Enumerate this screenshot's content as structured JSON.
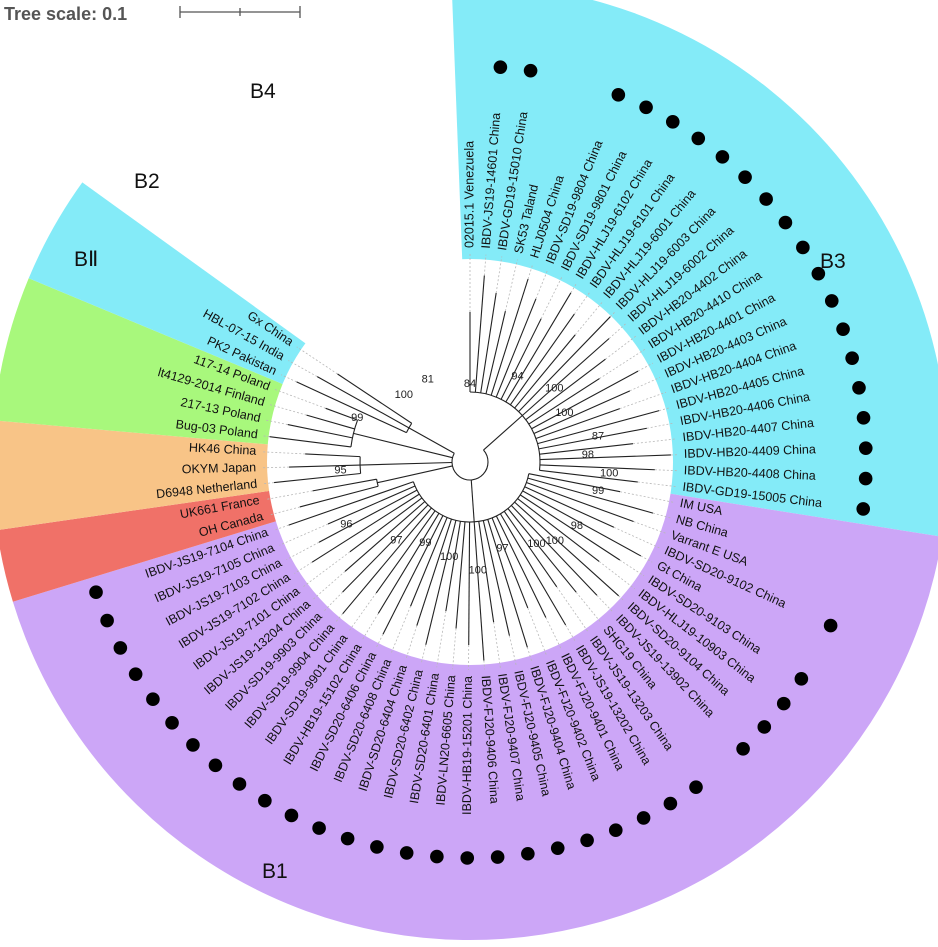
{
  "tree_scale": {
    "label": "Tree scale: 0.1"
  },
  "clades": [
    {
      "id": "B3",
      "label": "B3",
      "color": "#84ebf8"
    },
    {
      "id": "B1",
      "label": "B1",
      "color": "#cca6f7"
    },
    {
      "id": "BII",
      "label": "BⅡ",
      "color": "#f07168"
    },
    {
      "id": "B2",
      "label": "B2",
      "color": "#f8c487"
    },
    {
      "id": "B4",
      "label": "B4",
      "color": "#a8f87c"
    }
  ],
  "leaves": [
    {
      "name": "02015.1 Venezuela",
      "clade": "B3",
      "marked": false
    },
    {
      "name": "IBDV-JS19-14601 China",
      "clade": "B3",
      "marked": true
    },
    {
      "name": "IBDV-GD19-15010 China",
      "clade": "B3",
      "marked": true
    },
    {
      "name": "SK53 Taland",
      "clade": "B3",
      "marked": false
    },
    {
      "name": "HLJ0504 China",
      "clade": "B3",
      "marked": false
    },
    {
      "name": "IBDV-SD19-9804 China",
      "clade": "B3",
      "marked": true
    },
    {
      "name": "IBDV-SD19-9801 China",
      "clade": "B3",
      "marked": true
    },
    {
      "name": "IBDV-HLJ19-6102 China",
      "clade": "B3",
      "marked": true
    },
    {
      "name": "IBDV-HLJ19-6101 China",
      "clade": "B3",
      "marked": true
    },
    {
      "name": "IBDV-HLJ19-6001 China",
      "clade": "B3",
      "marked": true
    },
    {
      "name": "IBDV-HLJ19-6003 China",
      "clade": "B3",
      "marked": true
    },
    {
      "name": "IBDV-HLJ19-6002 China",
      "clade": "B3",
      "marked": true
    },
    {
      "name": "IBDV-HB20-4402 China",
      "clade": "B3",
      "marked": true
    },
    {
      "name": "IBDV-HB20-4410 China",
      "clade": "B3",
      "marked": true
    },
    {
      "name": "IBDV-HB20-4401 China",
      "clade": "B3",
      "marked": true
    },
    {
      "name": "IBDV-HB20-4403 China",
      "clade": "B3",
      "marked": true
    },
    {
      "name": "IBDV-HB20-4404 China",
      "clade": "B3",
      "marked": true
    },
    {
      "name": "IBDV-HB20-4405 China",
      "clade": "B3",
      "marked": true
    },
    {
      "name": "IBDV-HB20-4406 China",
      "clade": "B3",
      "marked": true
    },
    {
      "name": "IBDV-HB20-4407 China",
      "clade": "B3",
      "marked": true
    },
    {
      "name": "IBDV-HB20-4409 China",
      "clade": "B3",
      "marked": true
    },
    {
      "name": "IBDV-HB20-4408 China",
      "clade": "B3",
      "marked": true
    },
    {
      "name": "IBDV-GD19-15005 China",
      "clade": "B3",
      "marked": true
    },
    {
      "name": "IM USA",
      "clade": "B1",
      "marked": false
    },
    {
      "name": "NB China",
      "clade": "B1",
      "marked": false
    },
    {
      "name": "Varrant E USA",
      "clade": "B1",
      "marked": false
    },
    {
      "name": "IBDV-SD20-9102 China",
      "clade": "B1",
      "marked": true
    },
    {
      "name": "Gt China",
      "clade": "B1",
      "marked": false
    },
    {
      "name": "IBDV-SD20-9103 China",
      "clade": "B1",
      "marked": true
    },
    {
      "name": "IBDV-HLJ19-10903 China",
      "clade": "B1",
      "marked": true
    },
    {
      "name": "IBDV-SD20-9104 China",
      "clade": "B1",
      "marked": true
    },
    {
      "name": "IBDV-JS19-13902 China",
      "clade": "B1",
      "marked": true
    },
    {
      "name": "SHG19 China",
      "clade": "B1",
      "marked": false
    },
    {
      "name": "IBDV-JS19-13203 China",
      "clade": "B1",
      "marked": true
    },
    {
      "name": "IBDV-JS19-13202 China",
      "clade": "B1",
      "marked": true
    },
    {
      "name": "IBDV-FJ20-9401 China",
      "clade": "B1",
      "marked": true
    },
    {
      "name": "IBDV-FJ20-9402 China",
      "clade": "B1",
      "marked": true
    },
    {
      "name": "IBDV-FJ20-9404 China",
      "clade": "B1",
      "marked": true
    },
    {
      "name": "IBDV-FJ20-9405 China",
      "clade": "B1",
      "marked": true
    },
    {
      "name": "IBDV-FJ20-9407 China",
      "clade": "B1",
      "marked": true
    },
    {
      "name": "IBDV-FJ20-9406 China",
      "clade": "B1",
      "marked": true
    },
    {
      "name": "IBDV-HB19-15201 China",
      "clade": "B1",
      "marked": true
    },
    {
      "name": "IBDV-LN20-6605 China",
      "clade": "B1",
      "marked": true
    },
    {
      "name": "IBDV-SD20-6401 China",
      "clade": "B1",
      "marked": true
    },
    {
      "name": "IBDV-SD20-6402 China",
      "clade": "B1",
      "marked": true
    },
    {
      "name": "IBDV-SD20-6404 China",
      "clade": "B1",
      "marked": true
    },
    {
      "name": "IBDV-SD20-6408 China",
      "clade": "B1",
      "marked": true
    },
    {
      "name": "IBDV-SD20-6406 China",
      "clade": "B1",
      "marked": true
    },
    {
      "name": "IBDV-HB19-15102 China",
      "clade": "B1",
      "marked": true
    },
    {
      "name": "IBDV-SD19-9901 China",
      "clade": "B1",
      "marked": true
    },
    {
      "name": "IBDV-SD19-9904 China",
      "clade": "B1",
      "marked": true
    },
    {
      "name": "IBDV-SD19-9903 China",
      "clade": "B1",
      "marked": true
    },
    {
      "name": "IBDV-JS19-13204 China",
      "clade": "B1",
      "marked": true
    },
    {
      "name": "IBDV-JS19-7101 China",
      "clade": "B1",
      "marked": true
    },
    {
      "name": "IBDV-JS19-7102 China",
      "clade": "B1",
      "marked": true
    },
    {
      "name": "IBDV-JS19-7103 China",
      "clade": "B1",
      "marked": true
    },
    {
      "name": "IBDV-JS19-7105 China",
      "clade": "B1",
      "marked": true
    },
    {
      "name": "IBDV-JS19-7104 China",
      "clade": "B1",
      "marked": true
    },
    {
      "name": "OH Canada",
      "clade": "BII",
      "marked": false
    },
    {
      "name": "UK661 France",
      "clade": "BII",
      "marked": false
    },
    {
      "name": "D6948 Netherland",
      "clade": "B2",
      "marked": false
    },
    {
      "name": "OKYM Japan",
      "clade": "B2",
      "marked": false
    },
    {
      "name": "HK46 China",
      "clade": "B2",
      "marked": false
    },
    {
      "name": "Bug-03 Poland",
      "clade": "B4",
      "marked": false
    },
    {
      "name": "217-13 Poland",
      "clade": "B4",
      "marked": false
    },
    {
      "name": "lt4129-2014 Finland",
      "clade": "B4",
      "marked": false
    },
    {
      "name": "117-14 Poland",
      "clade": "B4",
      "marked": false
    },
    {
      "name": "PK2 Pakistan",
      "clade": "B3",
      "marked": false
    },
    {
      "name": "HBL-07-15 India",
      "clade": "B3",
      "marked": false
    },
    {
      "name": "Gx China",
      "clade": "B3",
      "marked": false
    }
  ],
  "bootstrap_labels": [
    "87",
    "100",
    "100",
    "94",
    "84",
    "81",
    "100",
    "99",
    "95",
    "96",
    "97",
    "99",
    "100",
    "100",
    "97",
    "100",
    "100",
    "98",
    "99",
    "100",
    "98"
  ]
}
